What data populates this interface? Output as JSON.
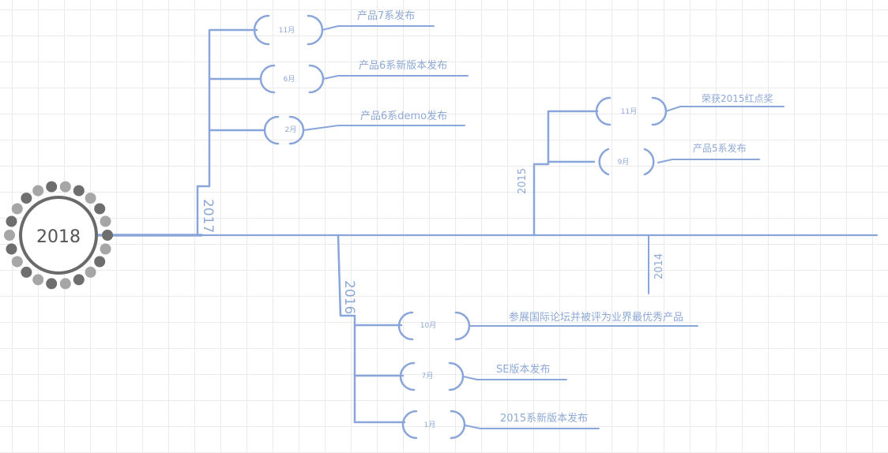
{
  "root": {
    "label": "2018"
  },
  "branches": [
    {
      "year": "2017",
      "events": [
        {
          "month": "11月",
          "text": "产品7系发布"
        },
        {
          "month": "6月",
          "text": "产品6系新版本发布"
        },
        {
          "month": "2月",
          "text": "产品6系demo发布"
        }
      ]
    },
    {
      "year": "2016",
      "events": [
        {
          "month": "10月",
          "text": "参展国际论坛并被评为业界最优秀产品"
        },
        {
          "month": "7月",
          "text": "SE版本发布"
        },
        {
          "month": "1月",
          "text": "2015系新版本发布"
        }
      ]
    },
    {
      "year": "2015",
      "events": [
        {
          "month": "11月",
          "text": "荣获2015红点奖"
        },
        {
          "month": "9月",
          "text": "产品5系发布"
        }
      ]
    },
    {
      "year": "2014",
      "events": []
    }
  ],
  "colors": {
    "line": "#8aa5da",
    "label": "#8ea8d6",
    "root_ring": "#6a6a6a",
    "dot_dark": "#6e6e6e",
    "dot_light": "#a6a6a6"
  }
}
